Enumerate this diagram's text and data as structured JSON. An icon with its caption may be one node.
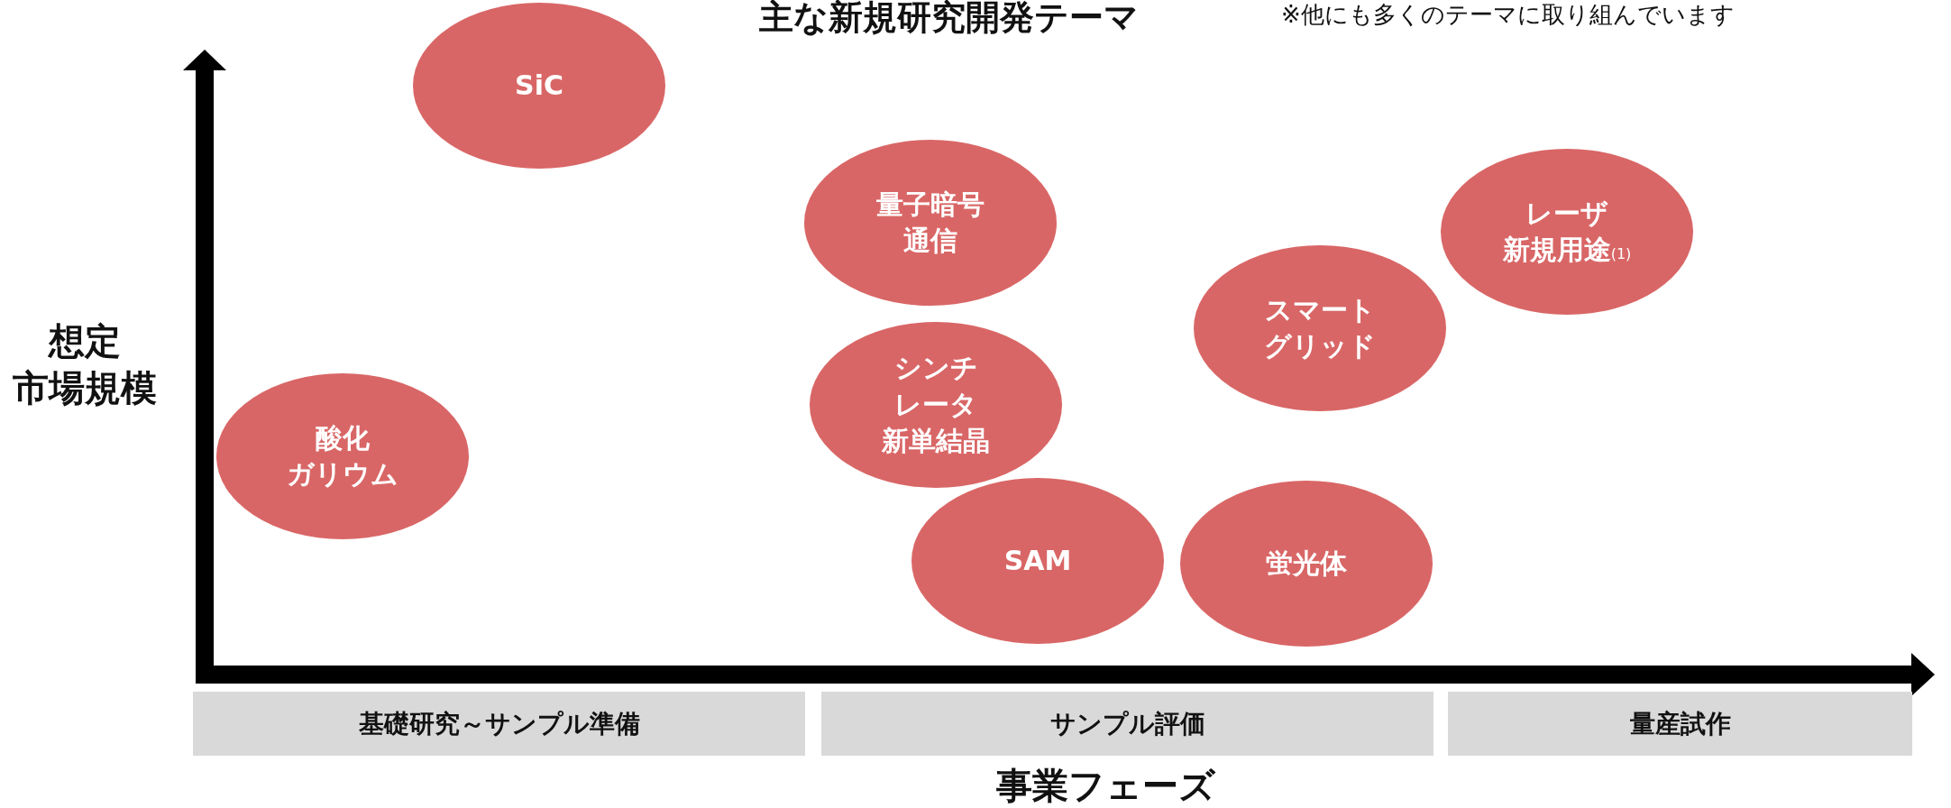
{
  "diagram": {
    "title": "主な新規研究開発テーマ",
    "nodes": [
      {
        "text": [
          "SiC"
        ]
      },
      {
        "text": [
          "量子暗号通信"
        ]
      },
      {
        "text": [
          "レーザ新規用途$_{(1)}$"
        ]
      },
      {
        "text": [
          "スマートグリッド"
        ]
      },
      {
        "text": [
          "シンチレータ新単結晶"
        ]
      },
      {
        "text": [
          "酸化ガリウム"
        ]
      },
      {
        "text": [
          "SAM"
        ]
      },
      {
        "text": [
          "蛍光体"
        ]
      },
      {
        "text": [
          "基礎研究～サンプル準備"
        ]
      },
      {
        "text": [
          "サンプル評価"
        ]
      },
      {
        "text": [
          "量産試作"
        ]
      }
    ],
    "labels": [
      "※他にも多くのテーマに取り組んでいます",
      "想定市場規模",
      "事業フェーズ"
    ]
  }
}
